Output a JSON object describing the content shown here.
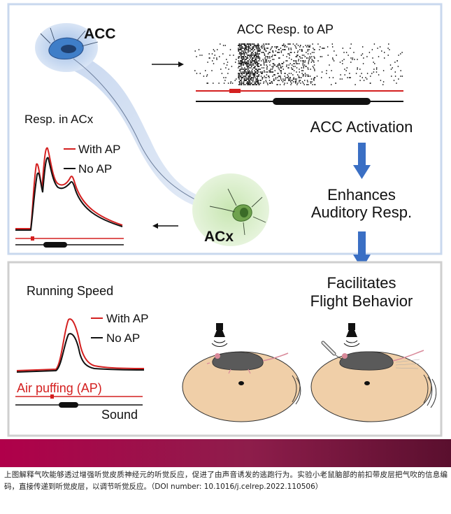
{
  "top_panel": {
    "acc_label": "ACC",
    "acx_label": "ACx",
    "raster_title": "ACC Resp. to AP",
    "resp_acx_title": "Resp. in ACx",
    "legend_with_ap": "With AP",
    "legend_no_ap": "No AP",
    "step_activation": "ACC Activation",
    "step_enhances_line1": "Enhances",
    "step_enhances_line2": "Auditory Resp."
  },
  "bottom_panel": {
    "running_speed_title": "Running Speed",
    "legend_with_ap": "With AP",
    "legend_no_ap": "No AP",
    "air_puffing_label": "Air puffing (AP)",
    "sound_label": "Sound",
    "step_facilitates_line1": "Facilitates",
    "step_facilitates_line2": "Flight Behavior"
  },
  "caption": {
    "text": "上图解释气吹能够透过增强听觉皮质神经元的听觉反应，促进了由声音诱发的逃跑行为。实验小老鼠脑部的前扣带皮层把气吹的信息编码，直接传递到听觉皮层，以调节听觉反应。（DOI number: 10.1016/j.celrep.2022.110506）"
  },
  "colors": {
    "with_ap": "#d42020",
    "no_ap": "#111111",
    "arrow_blue": "#3a6fc4",
    "acc_glow": "#bcd0ec",
    "acx_glow": "#d6ecc8",
    "platform": "#f0cfa8",
    "banner": "#9c1a4a"
  },
  "icons": [
    "speaker-icon",
    "air-puff-nozzle-icon",
    "mouse-icon",
    "rotation-arrow-icon"
  ]
}
